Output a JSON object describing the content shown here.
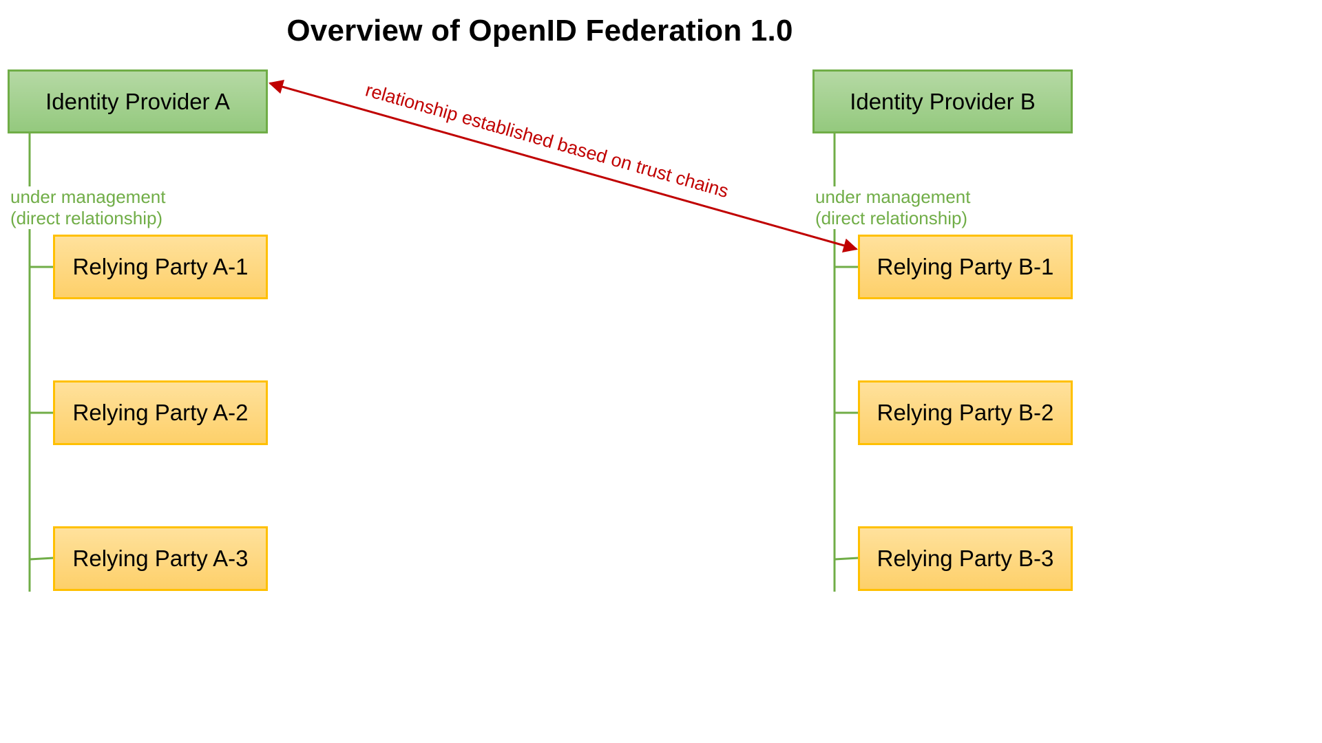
{
  "title": "Overview of OpenID Federation 1.0",
  "colors": {
    "idp_fill": "#a9d18e",
    "idp_border": "#70ad47",
    "rp_fill": "#ffd966",
    "rp_border": "#ffc000",
    "management_line": "#70ad47",
    "trust_arrow": "#c00000"
  },
  "providers": [
    {
      "label": "Identity Provider A",
      "management_label": [
        "under management",
        "(direct relationship)"
      ],
      "relying_parties": [
        "Relying Party A-1",
        "Relying Party A-2",
        "Relying Party A-3"
      ]
    },
    {
      "label": "Identity Provider B",
      "management_label": [
        "under management",
        "(direct relationship)"
      ],
      "relying_parties": [
        "Relying Party B-1",
        "Relying Party B-2",
        "Relying Party B-3"
      ]
    }
  ],
  "trust_relationship": {
    "label": "relationship established based on trust chains",
    "from": "Identity Provider A",
    "to": "Relying Party B-1",
    "direction": "bidirectional"
  }
}
